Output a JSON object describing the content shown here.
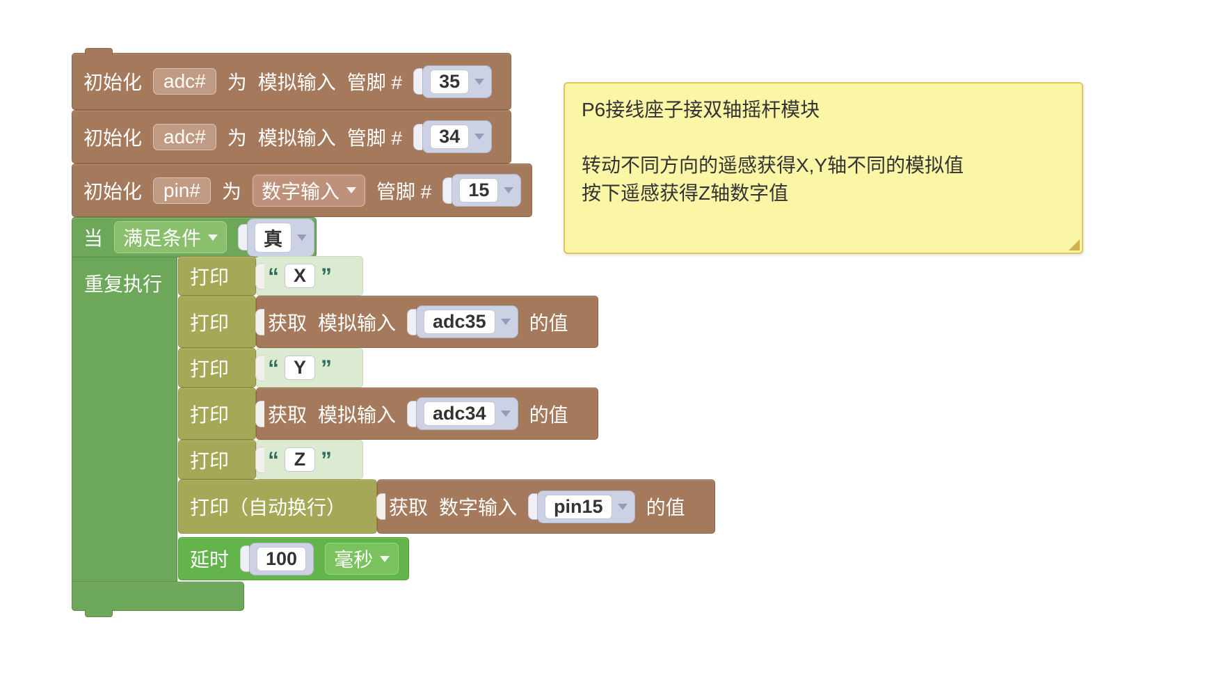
{
  "blocks": {
    "init": [
      {
        "label_init": "初始化",
        "var_name": "adc#",
        "label_as": "为",
        "mode": "模拟输入",
        "label_pin": "管脚 #",
        "pin": "35"
      },
      {
        "label_init": "初始化",
        "var_name": "adc#",
        "label_as": "为",
        "mode": "模拟输入",
        "label_pin": "管脚 #",
        "pin": "34"
      },
      {
        "label_init": "初始化",
        "var_name": "pin#",
        "label_as": "为",
        "mode": "数字输入",
        "label_pin": "管脚 #",
        "pin": "15"
      }
    ],
    "loop": {
      "label_when": "当",
      "condition": "满足条件",
      "cond_value": "真",
      "label_repeat": "重复执行"
    },
    "prints": {
      "print_label": "打印",
      "print_newline_label": "打印（自动换行）",
      "open_quote": "“",
      "close_quote": "”",
      "str_x": "X",
      "str_y": "Y",
      "str_z": "Z"
    },
    "getters": [
      {
        "label_get": "获取",
        "mode": "模拟输入",
        "channel": "adc35",
        "label_value": "的值"
      },
      {
        "label_get": "获取",
        "mode": "模拟输入",
        "channel": "adc34",
        "label_value": "的值"
      },
      {
        "label_get": "获取",
        "mode": "数字输入",
        "channel": "pin15",
        "label_value": "的值"
      }
    ],
    "delay": {
      "label": "延时",
      "value": "100",
      "unit": "毫秒"
    }
  },
  "comment": {
    "line1": "P6接线座子接双轴摇杆模块",
    "line2": "",
    "line3": "转动不同方向的遥感获得X,Y轴不同的模拟值",
    "line4": "按下遥感获得Z轴数字值"
  },
  "colors": {
    "block_brown": "#a5795c",
    "block_green": "#6da75a",
    "block_olive": "#a5a957",
    "block_delay_green": "#64b44c",
    "comment_yellow": "#fbf6a6",
    "slot_lavender": "#ccd2e3"
  }
}
